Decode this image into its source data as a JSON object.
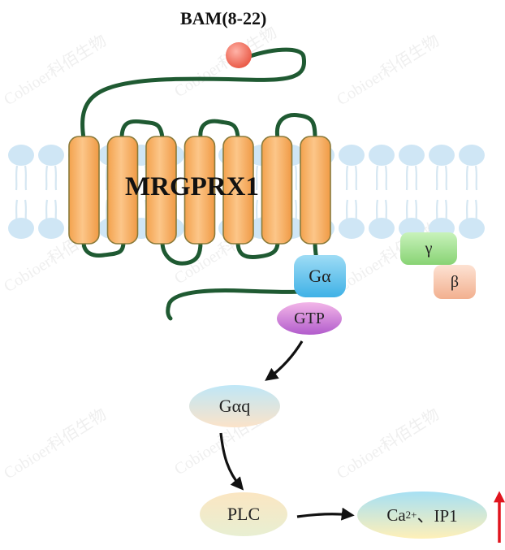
{
  "ligand": {
    "label": "BAM(8-22)",
    "color": "#ef6a5a"
  },
  "receptor": {
    "label": "MRGPRX1",
    "helix_count": 7,
    "helix_color": "#f8b96e",
    "loop_color": "#1f5a32"
  },
  "membrane": {
    "lipid_color": "#cfe6f5"
  },
  "g_protein": {
    "alpha": {
      "label": "Gα",
      "color": "#6fc6ec"
    },
    "gtp": {
      "label": "GTP",
      "color": "#c77ad6"
    },
    "gamma": {
      "label": "γ",
      "color": "#9fe08f"
    },
    "beta": {
      "label": "β",
      "color": "#f6c0a6"
    }
  },
  "pathway": {
    "gaq": {
      "label": "Gαq"
    },
    "plc": {
      "label": "PLC"
    },
    "ca_ip1": {
      "label_main": "Ca",
      "label_sup": "2+",
      "label_rest": "、IP1"
    },
    "up_arrow_color": "#e0141e"
  },
  "watermark": {
    "text": "Cobioer科佰生物"
  }
}
